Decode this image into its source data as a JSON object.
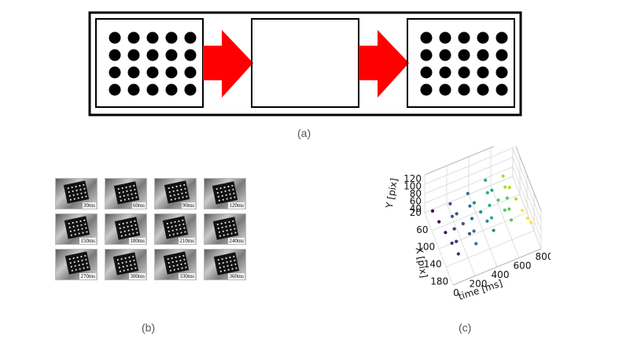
{
  "figure_a": {
    "caption": "(a)",
    "arrow_color": "#ff0000",
    "dot_rows": 4,
    "dot_cols": 5
  },
  "figure_b": {
    "caption": "(b)",
    "frames": [
      {
        "label": "30ms"
      },
      {
        "label": "60ms"
      },
      {
        "label": "90ms"
      },
      {
        "label": "120ms"
      },
      {
        "label": "150ms"
      },
      {
        "label": "180ms"
      },
      {
        "label": "210ms"
      },
      {
        "label": "240ms"
      },
      {
        "label": "270ms"
      },
      {
        "label": "300ms"
      },
      {
        "label": "330ms"
      },
      {
        "label": "360ms"
      }
    ]
  },
  "figure_c": {
    "caption": "(c)",
    "chart_data": {
      "type": "scatter",
      "projection": "3d",
      "grid": true,
      "xlabel": "time [ms]",
      "ylabel": "X [pix]",
      "zlabel": "Y [pix]",
      "x_ticks": [
        "0",
        "200",
        "400",
        "600",
        "800"
      ],
      "y_ticks": [
        "20",
        "60",
        "100",
        "140",
        "180"
      ],
      "z_ticks": [
        "40",
        "60",
        "80",
        "100",
        "120"
      ],
      "colormap": "viridis",
      "series": [
        {
          "points": [
            {
              "t": 20,
              "x": 40,
              "y": 70
            },
            {
              "t": 40,
              "x": 70,
              "y": 68
            },
            {
              "t": 60,
              "x": 100,
              "y": 66
            },
            {
              "t": 80,
              "x": 130,
              "y": 64
            },
            {
              "t": 100,
              "x": 160,
              "y": 62
            },
            {
              "t": 120,
              "x": 130,
              "y": 64
            },
            {
              "t": 140,
              "x": 100,
              "y": 66
            },
            {
              "t": 160,
              "x": 70,
              "y": 68
            },
            {
              "t": 180,
              "x": 40,
              "y": 70
            },
            {
              "t": 200,
              "x": 70,
              "y": 70
            },
            {
              "t": 220,
              "x": 100,
              "y": 70
            },
            {
              "t": 240,
              "x": 130,
              "y": 70
            },
            {
              "t": 260,
              "x": 160,
              "y": 70
            },
            {
              "t": 280,
              "x": 130,
              "y": 72
            },
            {
              "t": 300,
              "x": 100,
              "y": 74
            },
            {
              "t": 320,
              "x": 70,
              "y": 76
            },
            {
              "t": 340,
              "x": 40,
              "y": 78
            },
            {
              "t": 360,
              "x": 70,
              "y": 80
            },
            {
              "t": 380,
              "x": 100,
              "y": 82
            },
            {
              "t": 400,
              "x": 130,
              "y": 84
            },
            {
              "t": 420,
              "x": 160,
              "y": 86
            },
            {
              "t": 440,
              "x": 130,
              "y": 88
            },
            {
              "t": 460,
              "x": 100,
              "y": 90
            },
            {
              "t": 480,
              "x": 70,
              "y": 92
            },
            {
              "t": 500,
              "x": 40,
              "y": 94
            },
            {
              "t": 520,
              "x": 70,
              "y": 94
            },
            {
              "t": 540,
              "x": 100,
              "y": 94
            },
            {
              "t": 560,
              "x": 130,
              "y": 94
            },
            {
              "t": 580,
              "x": 160,
              "y": 94
            },
            {
              "t": 600,
              "x": 130,
              "y": 92
            },
            {
              "t": 620,
              "x": 100,
              "y": 90
            },
            {
              "t": 640,
              "x": 70,
              "y": 88
            },
            {
              "t": 660,
              "x": 40,
              "y": 86
            },
            {
              "t": 680,
              "x": 70,
              "y": 82
            },
            {
              "t": 700,
              "x": 100,
              "y": 78
            },
            {
              "t": 720,
              "x": 130,
              "y": 74
            },
            {
              "t": 740,
              "x": 150,
              "y": 70
            },
            {
              "t": 760,
              "x": 160,
              "y": 66
            }
          ]
        }
      ]
    }
  }
}
